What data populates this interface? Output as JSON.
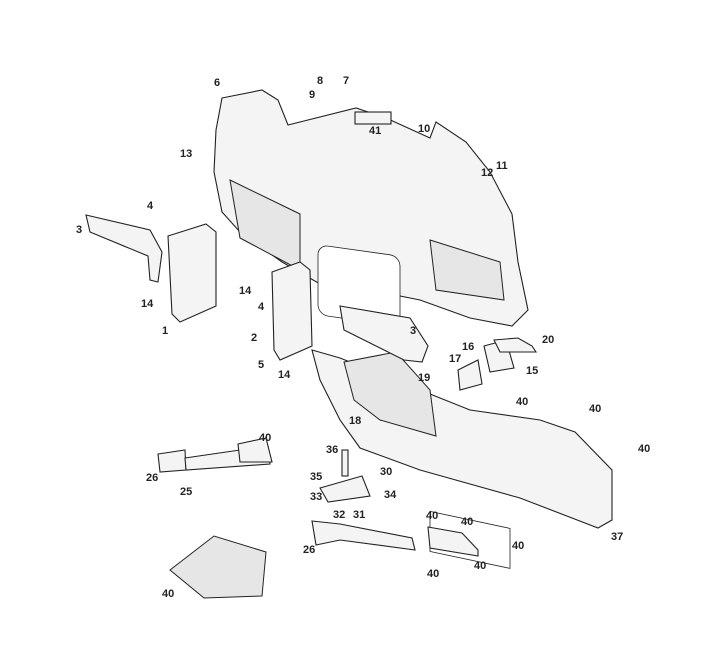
{
  "diagram": {
    "type": "exploded parts diagram",
    "callouts": [
      "6",
      "8",
      "7",
      "9",
      "41",
      "10",
      "13",
      "11",
      "12",
      "4",
      "3",
      "14",
      "1",
      "14",
      "4",
      "2",
      "3",
      "5",
      "14",
      "20",
      "16",
      "17",
      "15",
      "19",
      "40",
      "40",
      "18",
      "40",
      "36",
      "40",
      "30",
      "26",
      "35",
      "25",
      "33",
      "34",
      "31",
      "32",
      "40",
      "40",
      "26",
      "40",
      "37",
      "40",
      "40",
      "40"
    ]
  }
}
